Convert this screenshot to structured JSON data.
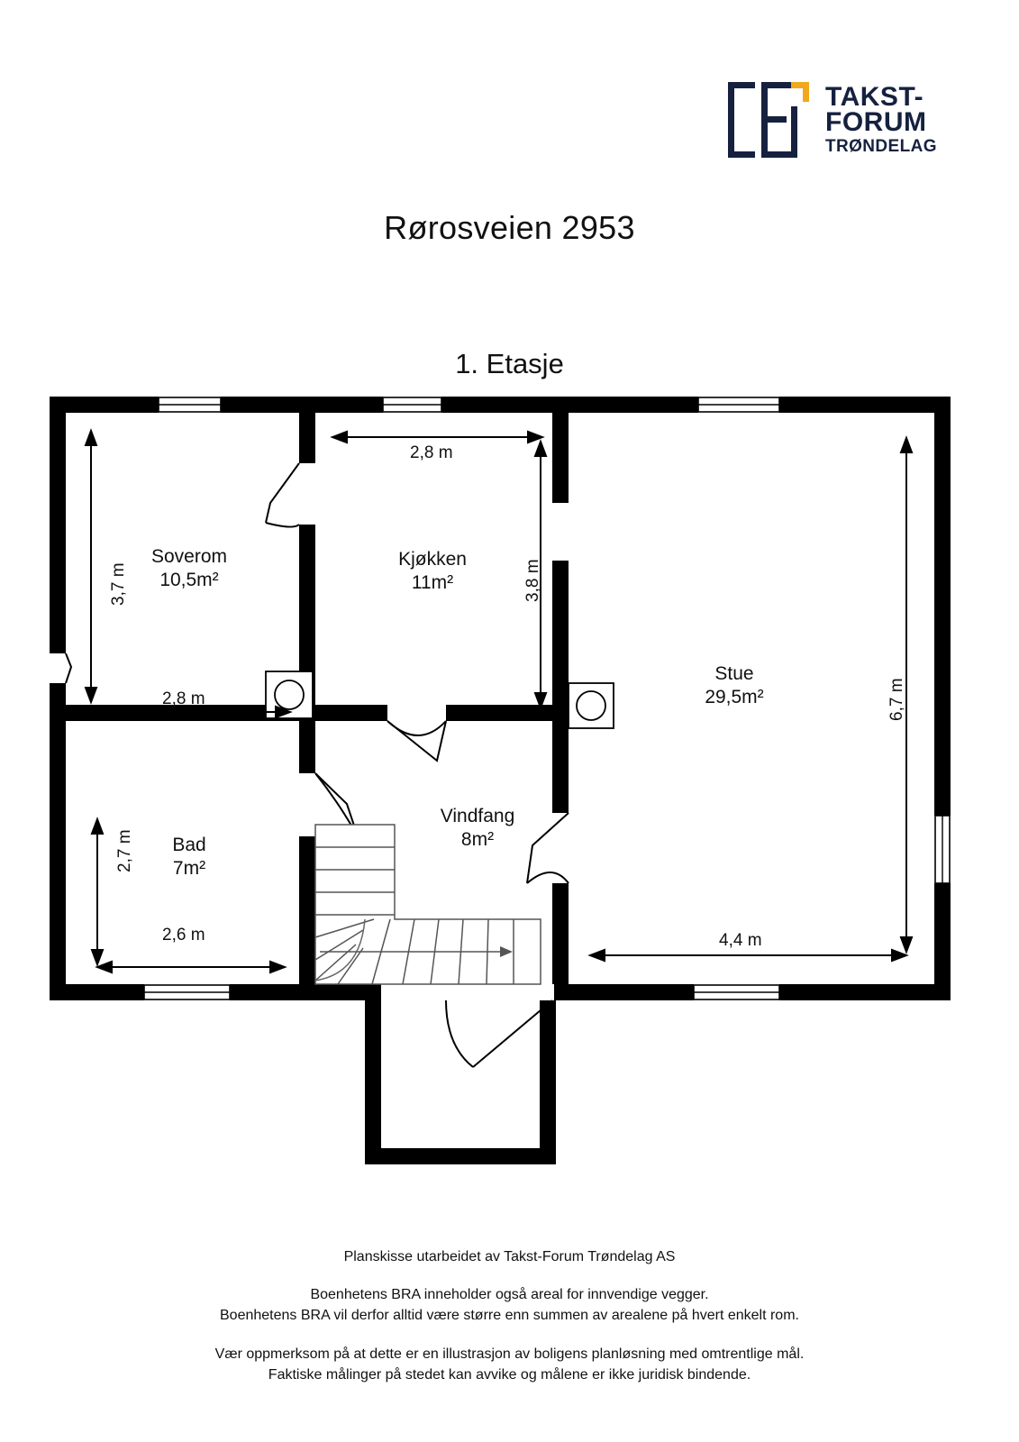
{
  "logo": {
    "mark_name": "takst-forum-bracket-mark",
    "line1": "TAKST-",
    "line2": "FORUM",
    "line3": "TRØNDELAG",
    "navy": "#16213f",
    "yellow": "#f2a81d"
  },
  "header": {
    "title": "Rørosveien 2953",
    "floor": "1. Etasje"
  },
  "plan": {
    "wall_color": "#000000",
    "floor_color": "#ffffff",
    "rooms": [
      {
        "id": "soverom",
        "name": "Soverom",
        "area": "10,5m²",
        "width_label": "2,8 m",
        "height_label": "3,7 m"
      },
      {
        "id": "kjokken",
        "name": "Kjøkken",
        "area": "11m²",
        "width_label": "2,8 m",
        "height_label": "3,8 m"
      },
      {
        "id": "stue",
        "name": "Stue",
        "area": "29,5m²",
        "width_label": "4,4 m",
        "height_label": "6,7 m"
      },
      {
        "id": "bad",
        "name": "Bad",
        "area": "7m²",
        "width_label": "2,6 m",
        "height_label": "2,7 m"
      },
      {
        "id": "vindfang",
        "name": "Vindfang",
        "area": "8m²",
        "width_label": "",
        "height_label": ""
      }
    ],
    "dimensions": {
      "soverom_vertical": "3,7 m",
      "soverom_horizontal": "2,8 m",
      "kjokken_horizontal": "2,8 m",
      "kjokken_vertical": "3,8 m",
      "bad_vertical": "2,7 m",
      "bad_horizontal": "2,6 m",
      "stue_vertical": "6,7 m",
      "stue_horizontal": "4,4 m"
    },
    "symbols": {
      "chimney_count": 2,
      "staircase": "winder-stair-up",
      "window_count": 6,
      "door_count": 6
    }
  },
  "footer": {
    "line1": "Planskisse utarbeidet av Takst-Forum Trøndelag AS",
    "line2": "Boenhetens BRA inneholder også areal for innvendige vegger.",
    "line3": "Boenhetens BRA vil derfor alltid være større enn summen av arealene på hvert enkelt rom.",
    "line4": "Vær oppmerksom på at dette er en illustrasjon av boligens planløsning med omtrentlige mål.",
    "line5": "Faktiske målinger på stedet kan avvike og målene er ikke juridisk bindende."
  }
}
